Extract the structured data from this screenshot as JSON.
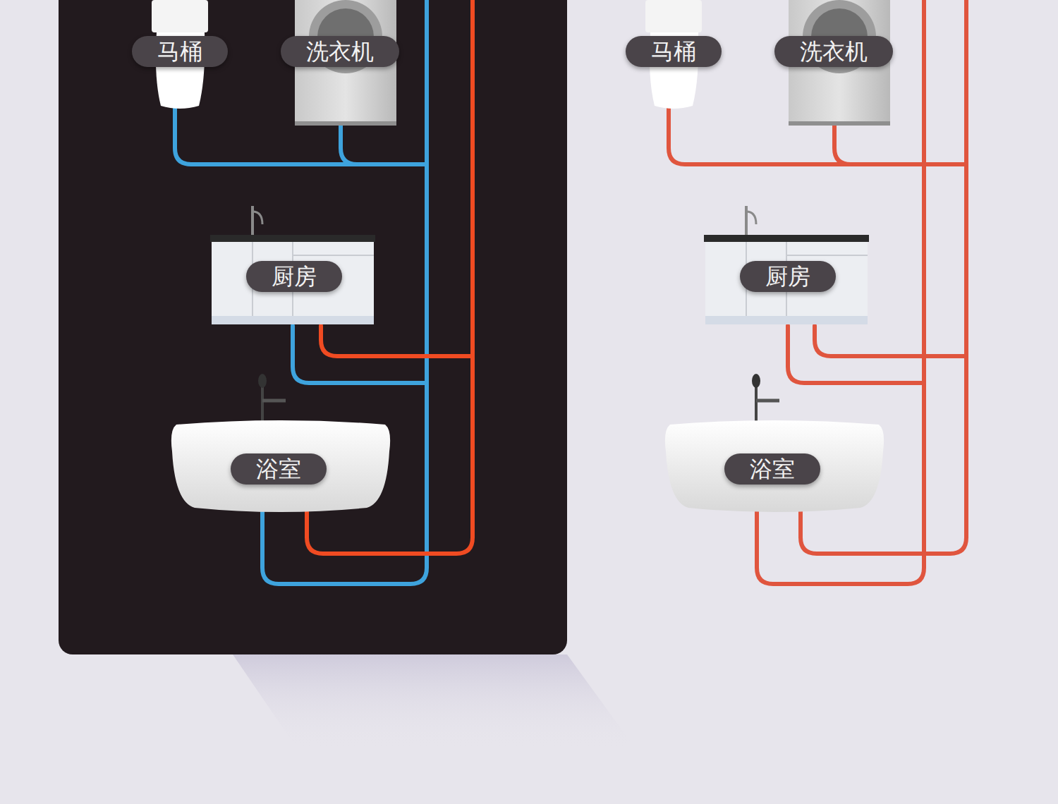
{
  "diagram": {
    "nodes": [
      {
        "text": [
          "马桶"
        ]
      },
      {
        "text": [
          "洗衣机"
        ]
      },
      {
        "text": [
          "厨房"
        ]
      },
      {
        "text": [
          "浴室"
        ]
      },
      {
        "text": [
          "马桶"
        ]
      },
      {
        "text": [
          "洗衣机"
        ]
      },
      {
        "text": [
          "厨房"
        ]
      },
      {
        "text": [
          "浴室"
        ]
      }
    ]
  }
}
